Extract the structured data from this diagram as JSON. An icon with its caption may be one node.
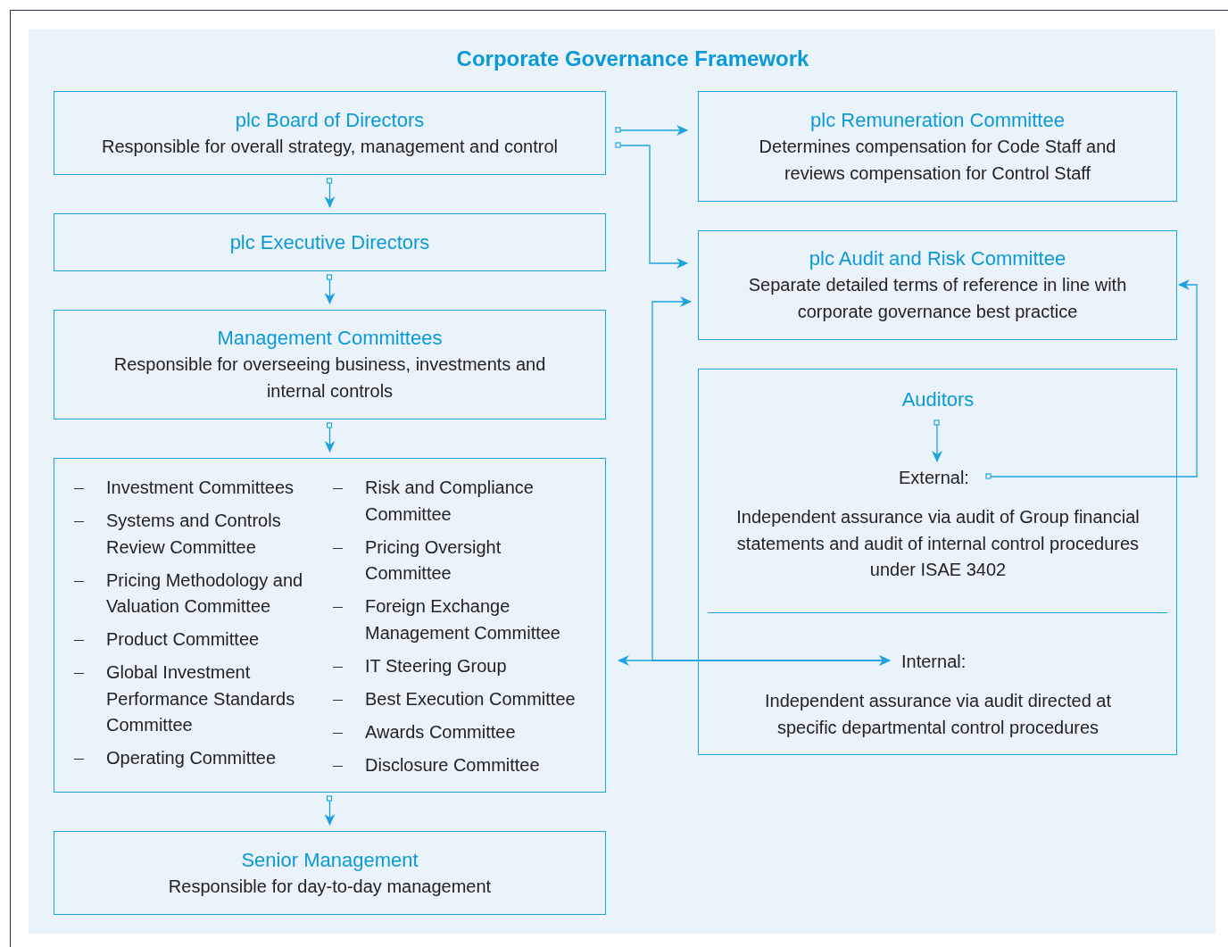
{
  "diagram": {
    "title": "Corporate Governance Framework",
    "nodes": [
      {
        "text": [
          "plc Board of Directors",
          "Responsible for overall strategy, management and control"
        ]
      },
      {
        "text": [
          "plc Remuneration Committee",
          "Determines compensation for Code Staff and reviews compensation for Control Staff"
        ]
      },
      {
        "text": [
          "plc Executive Directors"
        ]
      },
      {
        "text": [
          "plc Audit and Risk Committee",
          "Separate detailed terms of reference in line with corporate governance best practice"
        ]
      },
      {
        "text": [
          "Management Committees",
          "Responsible for overseeing business, investments and internal controls"
        ]
      },
      {
        "text": [],
        "shape": "box"
      },
      {
        "text": [
          "Auditors"
        ],
        "in": 5
      },
      {
        "text": [
          "External:"
        ],
        "in": 5,
        "beside": [
          "Independent assurance via audit of Group financial statements and audit of internal control procedures under ISAE 3402"
        ]
      },
      {
        "text": [
          "Internal:"
        ],
        "in": 5,
        "beside": [
          "Independent assurance via audit directed at specific departmental control procedures"
        ]
      },
      {
        "text": [
          "Investment Committees",
          "Systems and Controls Review Committee",
          "Pricing Methodology and Valuation Committee",
          "Product Committee",
          "Global Investment Performance Standards Committee",
          "Operating Committee",
          "Risk and Compliance Committee",
          "Pricing Oversight Committee",
          "Foreign Exchange Management Committee",
          "IT Steering Group",
          "Best Execution Committee",
          "Awards Committee",
          "Disclosure Committee"
        ]
      },
      {
        "text": [
          "Senior Management",
          "Responsible for day-to-day management"
        ]
      }
    ],
    "edges": [
      {
        "from": 0,
        "to": 1,
        "arrow": "to"
      },
      {
        "from": 0,
        "to": 3,
        "arrow": "to"
      },
      {
        "from": 0,
        "to": 2,
        "arrow": "to"
      },
      {
        "from": 2,
        "to": 4,
        "arrow": "to"
      },
      {
        "from": 4,
        "to": 9,
        "arrow": "to"
      },
      {
        "from": 9,
        "to": 10,
        "arrow": "to"
      },
      {
        "from": 6,
        "to": 7,
        "arrow": "to"
      },
      {
        "from": 7,
        "to": 3,
        "arrow": "to"
      },
      {
        "from": 9,
        "to": 8,
        "arrow": "both"
      },
      {
        "from": 3,
        "to": 8,
        "arrow": "both"
      }
    ]
  }
}
